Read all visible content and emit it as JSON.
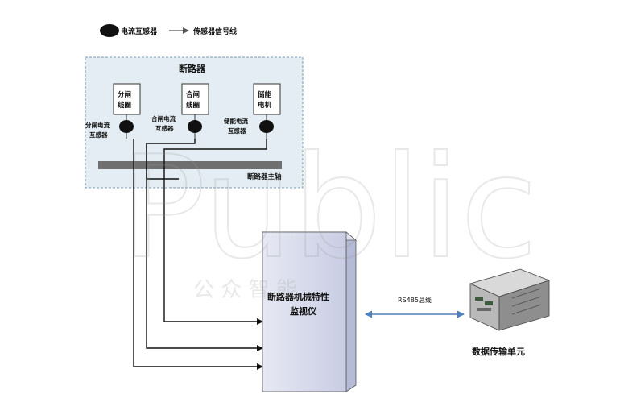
{
  "legend": {
    "current_transformer": "电流互感器",
    "signal_line": "传感器信号线"
  },
  "breaker": {
    "title": "断路器",
    "main_shaft": "断路器主轴",
    "coils": [
      {
        "line1": "分闸",
        "line2": "线圈",
        "ct_line1": "分闸电流",
        "ct_line2": "互感器"
      },
      {
        "line1": "合闸",
        "line2": "线圈",
        "ct_line1": "合闸电流",
        "ct_line2": "互感器"
      },
      {
        "line1": "储能",
        "line2": "电机",
        "ct_line1": "储能电流",
        "ct_line2": "互感器"
      }
    ]
  },
  "monitor": {
    "line1": "断路器机械特性",
    "line2": "监视仪"
  },
  "link_label": "RS485总线",
  "dtu_label": "数据传输单元",
  "watermark": {
    "big": "Public",
    "small": "公 众 智 能"
  },
  "colors": {
    "panel_fill": "#e3edf3",
    "panel_border": "#7a9cb0",
    "link": "#4f81bd",
    "box_fill": "#d9dcec"
  }
}
